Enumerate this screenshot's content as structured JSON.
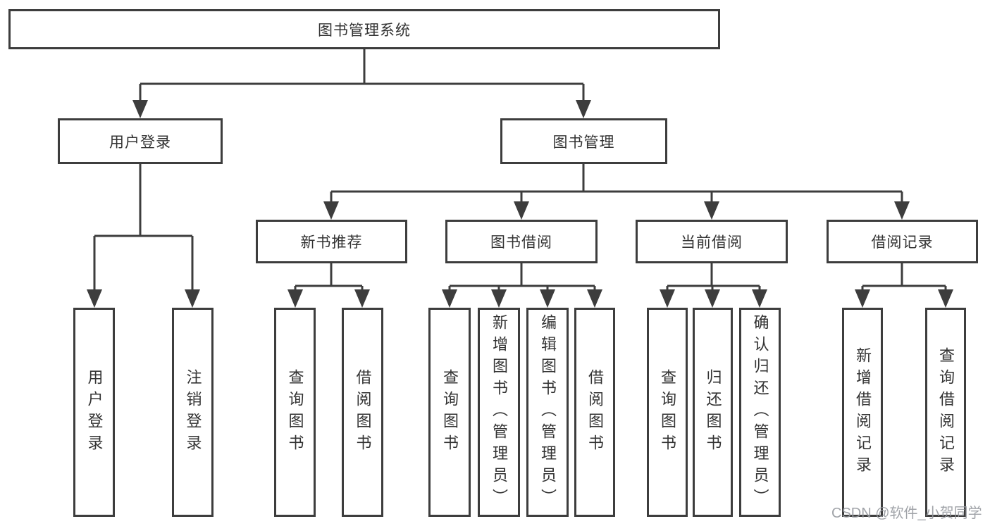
{
  "diagram": {
    "root": "图书管理系统",
    "level2": {
      "login": "用户登录",
      "management": "图书管理"
    },
    "level3": {
      "newbooks": "新书推荐",
      "borrowing": "图书借阅",
      "current": "当前借阅",
      "records": "借阅记录"
    },
    "leaves": {
      "login": [
        "用户登录",
        "注销登录"
      ],
      "newbooks": [
        "查询图书",
        "借阅图书"
      ],
      "borrowing": [
        "查询图书",
        "新增图书（管理员）",
        "编辑图书（管理员）",
        "借阅图书"
      ],
      "current": [
        "查询图书",
        "归还图书",
        "确认归还（管理员）"
      ],
      "records": [
        "新增借阅记录",
        "查询借阅记录"
      ]
    },
    "watermark": "CSDN @软件_小贺同学",
    "colors": {
      "line": "#3d3d3d",
      "text": "#333333",
      "background": "#ffffff",
      "watermark": "#96999e"
    }
  }
}
